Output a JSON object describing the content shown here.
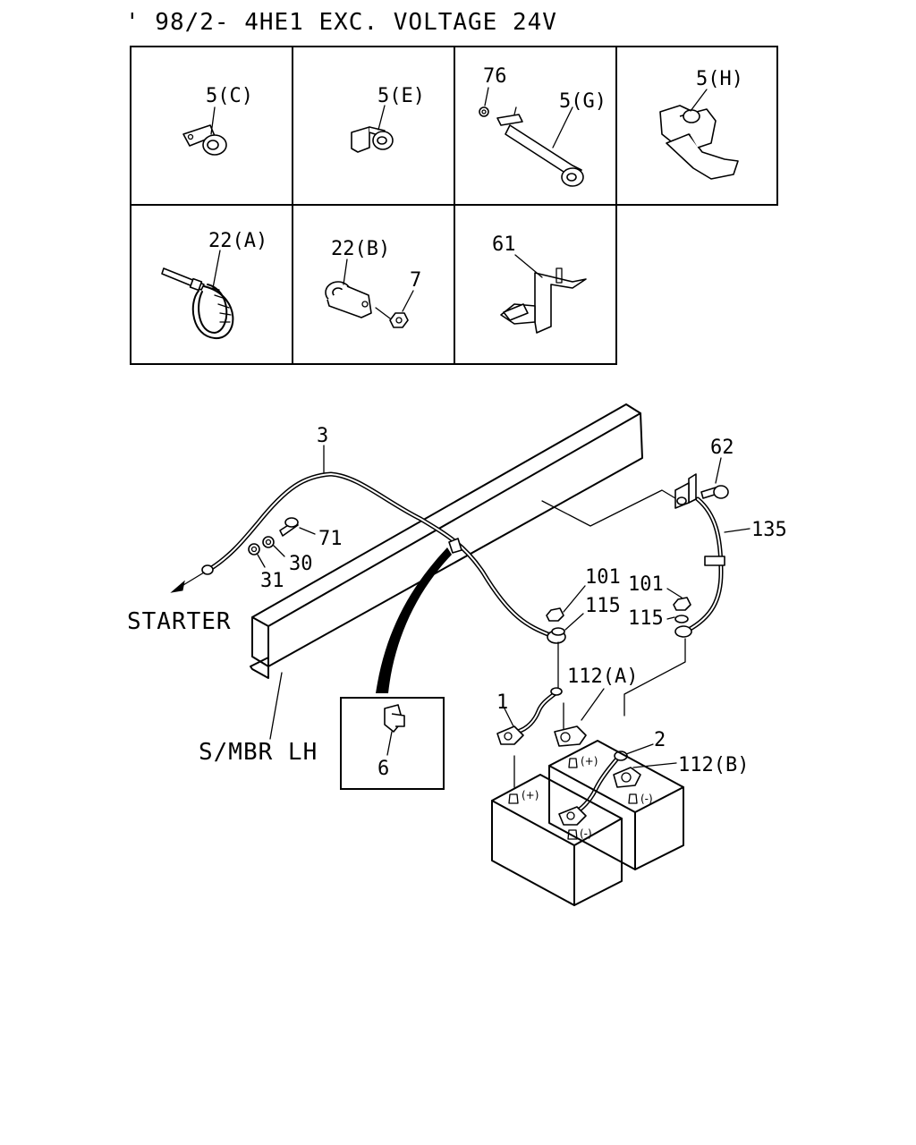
{
  "title": "' 98/2- 4HE1 EXC. VOLTAGE 24V",
  "grid_labels": {
    "c1": "5(C)",
    "c2": "5(E)",
    "c3a": "76",
    "c3b": "5(G)",
    "c4": "5(H)",
    "c5": "22(A)",
    "c6a": "22(B)",
    "c6b": "7",
    "c7": "61"
  },
  "callouts": {
    "p3": "3",
    "p62": "62",
    "p135": "135",
    "p71": "71",
    "p30": "30",
    "p31": "31",
    "p101a": "101",
    "p115a": "115",
    "p101b": "101",
    "p115b": "115",
    "p112a": "112(A)",
    "p1": "1",
    "p2": "2",
    "p112b": "112(B)",
    "p6": "6"
  },
  "annotations": {
    "starter": "STARTER",
    "frame": "S/MBR LH"
  },
  "terminals": {
    "b1_pos": "(+)",
    "b1_neg": "(-)",
    "b2_pos": "(+)",
    "b2_neg": "(-)"
  }
}
